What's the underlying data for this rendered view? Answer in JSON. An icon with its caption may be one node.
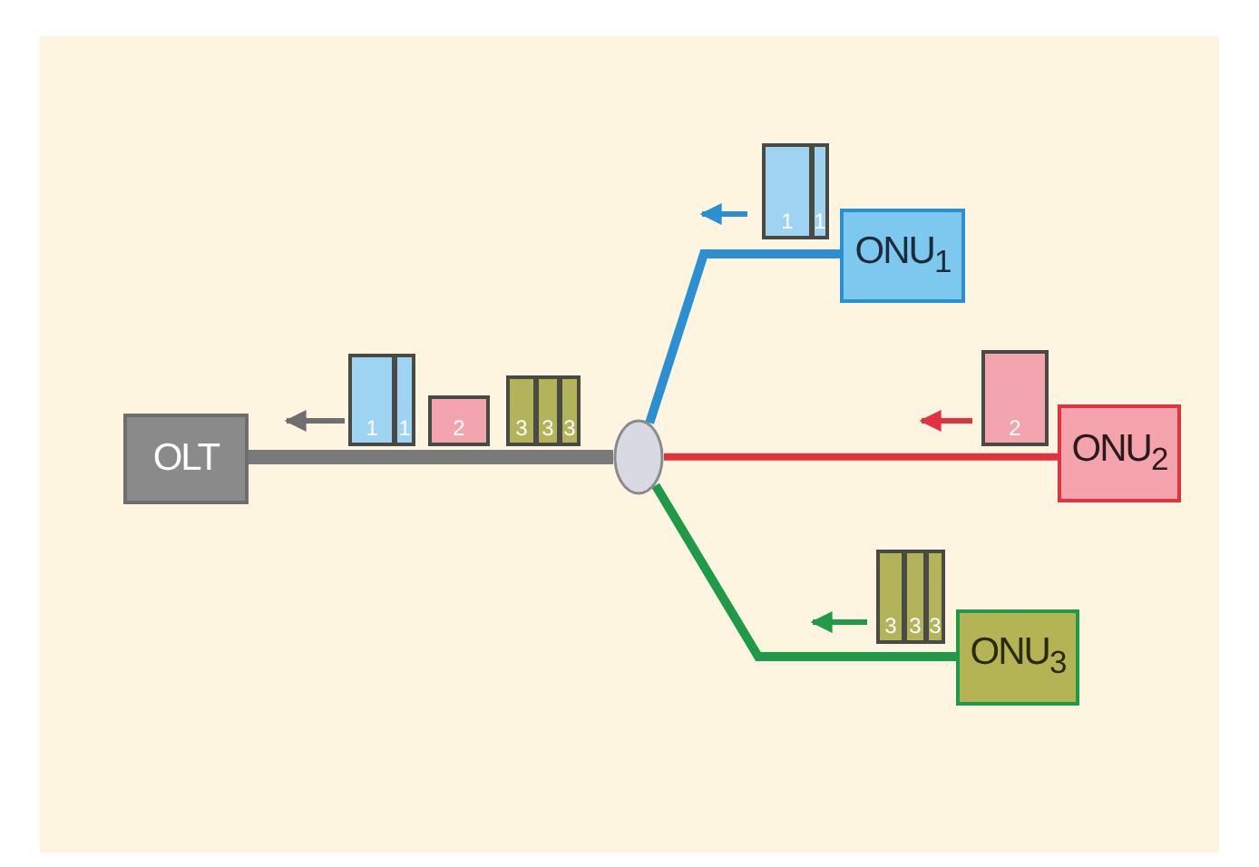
{
  "diagram": {
    "nodes": [
      {
        "text": [
          "OLT"
        ]
      },
      {
        "text": [],
        "shape": "circle"
      },
      {
        "text": [
          "ONU$_{1}$"
        ]
      },
      {
        "text": [
          "ONU$_{2}$"
        ]
      },
      {
        "text": [
          "ONU$_{3}$"
        ]
      },
      {
        "text": [
          "1",
          "1"
        ]
      },
      {
        "text": [
          "2"
        ]
      },
      {
        "text": [
          "3",
          "3",
          "3"
        ]
      },
      {
        "text": [
          "1",
          "1"
        ]
      },
      {
        "text": [
          "2"
        ]
      },
      {
        "text": [
          "3",
          "3",
          "3"
        ]
      }
    ],
    "edges": [
      {
        "from": 0,
        "to": 1,
        "arrow": "none",
        "color": "#7a7a7a"
      },
      {
        "from": 1,
        "to": 2,
        "arrow": "none",
        "color": "#2b8fd1"
      },
      {
        "from": 1,
        "to": 3,
        "arrow": "none",
        "color": "#e0333f"
      },
      {
        "from": 1,
        "to": 4,
        "arrow": "none",
        "color": "#1f9a48"
      },
      {
        "from": 5,
        "to": 0,
        "arrow": "to",
        "color": "#6f6f6f"
      }
    ]
  }
}
